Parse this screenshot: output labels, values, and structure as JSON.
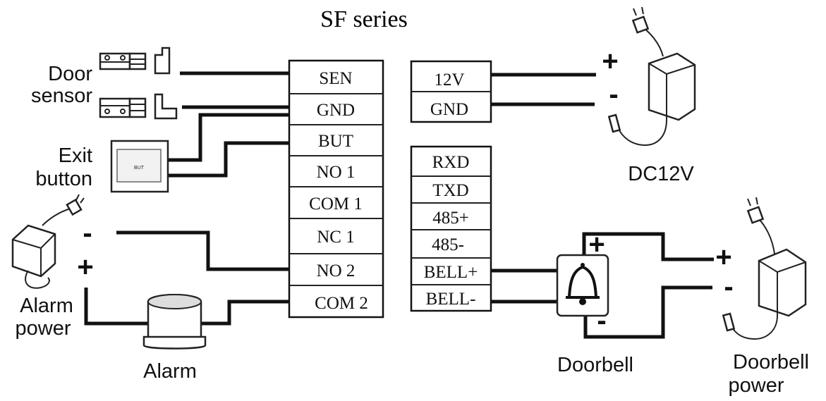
{
  "title": "SF series",
  "left_block": {
    "terminals": [
      "SEN",
      "GND",
      "BUT",
      "NO 1",
      "COM 1",
      "NC 1",
      "NO 2",
      "COM 2"
    ]
  },
  "power_block": {
    "terminals": [
      "12V",
      "GND"
    ]
  },
  "signal_block": {
    "terminals": [
      "RXD",
      "TXD",
      "485+",
      "485-",
      "BELL+",
      "BELL-"
    ]
  },
  "components": {
    "door_sensor": {
      "label_line1": "Door",
      "label_line2": "sensor"
    },
    "exit_button": {
      "label_line1": "Exit",
      "label_line2": "button",
      "face_text": "BUT"
    },
    "alarm_power": {
      "label_line1": "Alarm",
      "label_line2": "power",
      "minus": "-",
      "plus": "+"
    },
    "alarm": {
      "label": "Alarm"
    },
    "dc12v": {
      "label": "DC12V",
      "plus": "+",
      "minus": "-"
    },
    "doorbell": {
      "label": "Doorbell",
      "plus": "+",
      "minus": "-"
    },
    "doorbell_power": {
      "label_line1": "Doorbell",
      "label_line2": "power",
      "plus": "+",
      "minus": "-"
    }
  }
}
